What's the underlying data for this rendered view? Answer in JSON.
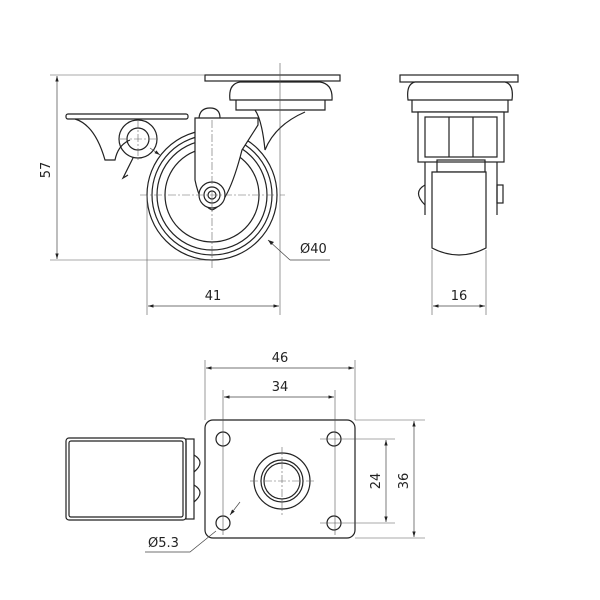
{
  "colors": {
    "line": "#222222",
    "background": "#ffffff"
  },
  "side_view": {
    "height_label": "57",
    "offset_label": "41",
    "wheel_diameter_label": "Ø40"
  },
  "front_view": {
    "wheel_width_label": "16"
  },
  "top_view": {
    "plate_width_label": "46",
    "hole_spacing_x_label": "34",
    "hole_spacing_y_label": "24",
    "plate_depth_label": "36",
    "hole_diameter_label": "Ø5.3"
  }
}
